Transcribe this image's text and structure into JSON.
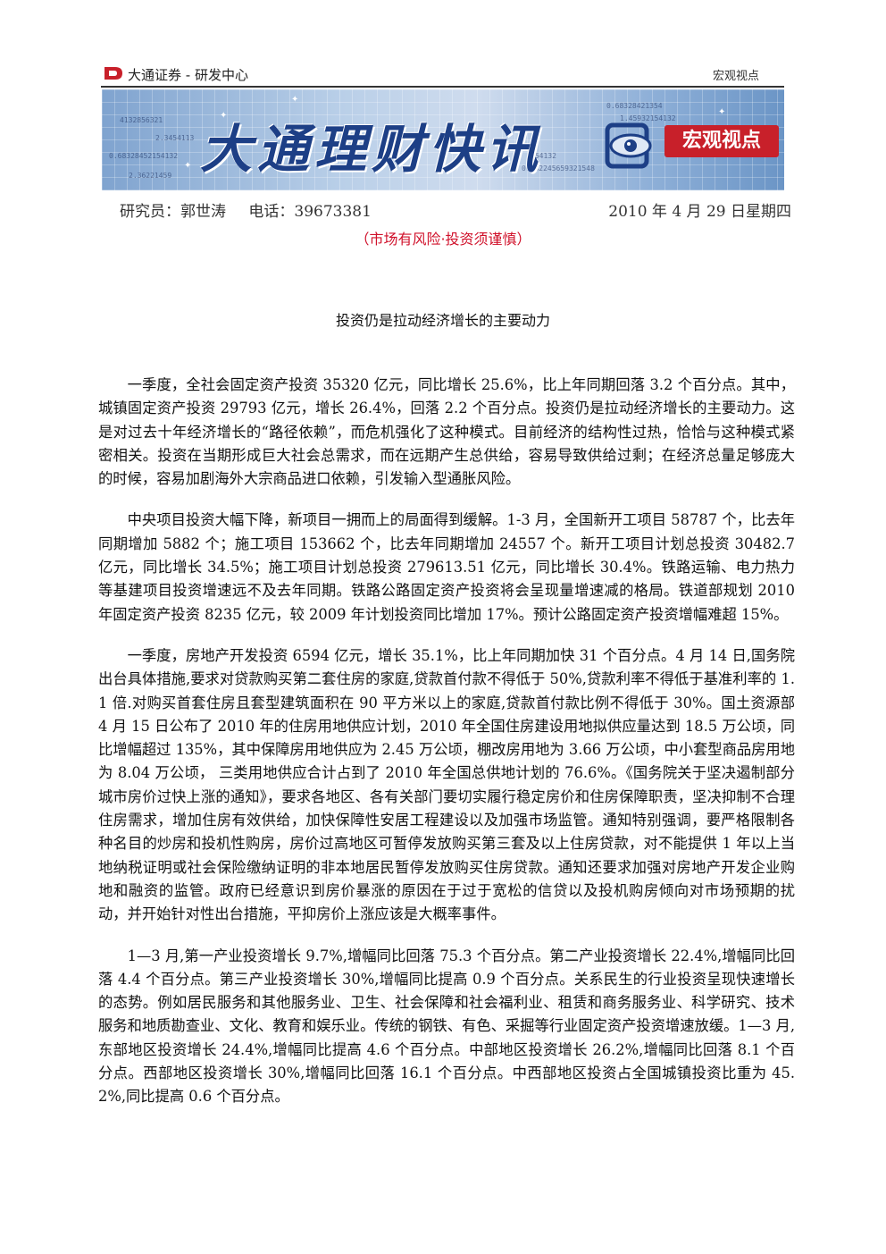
{
  "header": {
    "org_name": "大通证券 - 研发中心",
    "category": "宏观视点"
  },
  "banner": {
    "title": "大通理财快讯",
    "badge": "宏观视点",
    "digits": [
      "0.68328452154132",
      "4132856321",
      "2.36221459",
      "154132",
      "0.68328421354",
      "1.45932154132",
      "0.682245659321548",
      "2.3454113"
    ]
  },
  "meta": {
    "researcher": "研究员：郭世涛",
    "phone": "电话：39673381",
    "date": "2010 年 4 月 29 日星期四",
    "risk_notice": "（市场有风险·投资须谨慎）"
  },
  "article": {
    "title": "投资仍是拉动经济增长的主要动力",
    "paragraphs": [
      "一季度，全社会固定资产投资 35320 亿元，同比增长 25.6%，比上年同期回落 3.2 个百分点。其中，城镇固定资产投资 29793 亿元，增长 26.4%，回落 2.2 个百分点。投资仍是拉动经济增长的主要动力。这是对过去十年经济增长的“路径依赖”，而危机强化了这种模式。目前经济的结构性过热，恰恰与这种模式紧密相关。投资在当期形成巨大社会总需求，而在远期产生总供给，容易导致供给过剩；在经济总量足够庞大的时候，容易加剧海外大宗商品进口依赖，引发输入型通胀风险。",
      "中央项目投资大幅下降，新项目一拥而上的局面得到缓解。1-3 月，全国新开工项目 58787 个，比去年同期增加 5882 个；施工项目 153662 个，比去年同期增加 24557 个。新开工项目计划总投资 30482.7 亿元，同比增长 34.5%；施工项目计划总投资 279613.51 亿元，同比增长 30.4%。铁路运输、电力热力等基建项目投资增速远不及去年同期。铁路公路固定资产投资将会呈现量增速减的格局。铁道部规划 2010 年固定资产投资 8235 亿元，较 2009 年计划投资同比增加 17%。预计公路固定资产投资增幅难超 15%。",
      "一季度，房地产开发投资 6594 亿元，增长 35.1%，比上年同期加快 31 个百分点。4 月 14 日,国务院出台具体措施,要求对贷款购买第二套住房的家庭,贷款首付款不得低于 50%,贷款利率不得低于基准利率的 1.1 倍.对购买首套住房且套型建筑面积在 90 平方米以上的家庭,贷款首付款比例不得低于 30%。国土资源部 4 月 15 日公布了 2010 年的住房用地供应计划，2010 年全国住房建设用地拟供应量达到 18.5 万公顷，同比增幅超过 135%，其中保障房用地供应为 2.45 万公顷，棚改房用地为 3.66 万公顷，中小套型商品房用地为 8.04 万公顷， 三类用地供应合计占到了 2010 年全国总供地计划的 76.6%。《国务院关于坚决遏制部分城市房价过快上涨的通知》，要求各地区、各有关部门要切实履行稳定房价和住房保障职责，坚决抑制不合理住房需求，增加住房有效供给，加快保障性安居工程建设以及加强市场监管。通知特别强调，要严格限制各种名目的炒房和投机性购房，房价过高地区可暂停发放购买第三套及以上住房贷款，对不能提供 1 年以上当地纳税证明或社会保险缴纳证明的非本地居民暂停发放购买住房贷款。通知还要求加强对房地产开发企业购地和融资的监管。政府已经意识到房价暴涨的原因在于过于宽松的信贷以及投机购房倾向对市场预期的扰动，并开始针对性出台措施，平抑房价上涨应该是大概率事件。",
      "1—3 月,第一产业投资增长 9.7%,增幅同比回落 75.3 个百分点。第二产业投资增长 22.4%,增幅同比回落 4.4 个百分点。第三产业投资增长 30%,增幅同比提高 0.9 个百分点。关系民生的行业投资呈现快速增长的态势。例如居民服务和其他服务业、卫生、社会保障和社会福利业、租赁和商务服务业、科学研究、技术服务和地质勘查业、文化、教育和娱乐业。传统的钢铁、有色、采掘等行业固定资产投资增速放缓。1—3 月,东部地区投资增长 24.4%,增幅同比提高 4.6 个百分点。中部地区投资增长 26.2%,增幅同比回落 8.1 个百分点。西部地区投资增长 30%,增幅同比回落 16.1 个百分点。中西部地区投资占全国城镇投资比重为 45.2%,同比提高 0.6 个百分点。"
    ]
  },
  "colors": {
    "accent_red": "#d0102a",
    "banner_blue": "#1d3f86"
  }
}
